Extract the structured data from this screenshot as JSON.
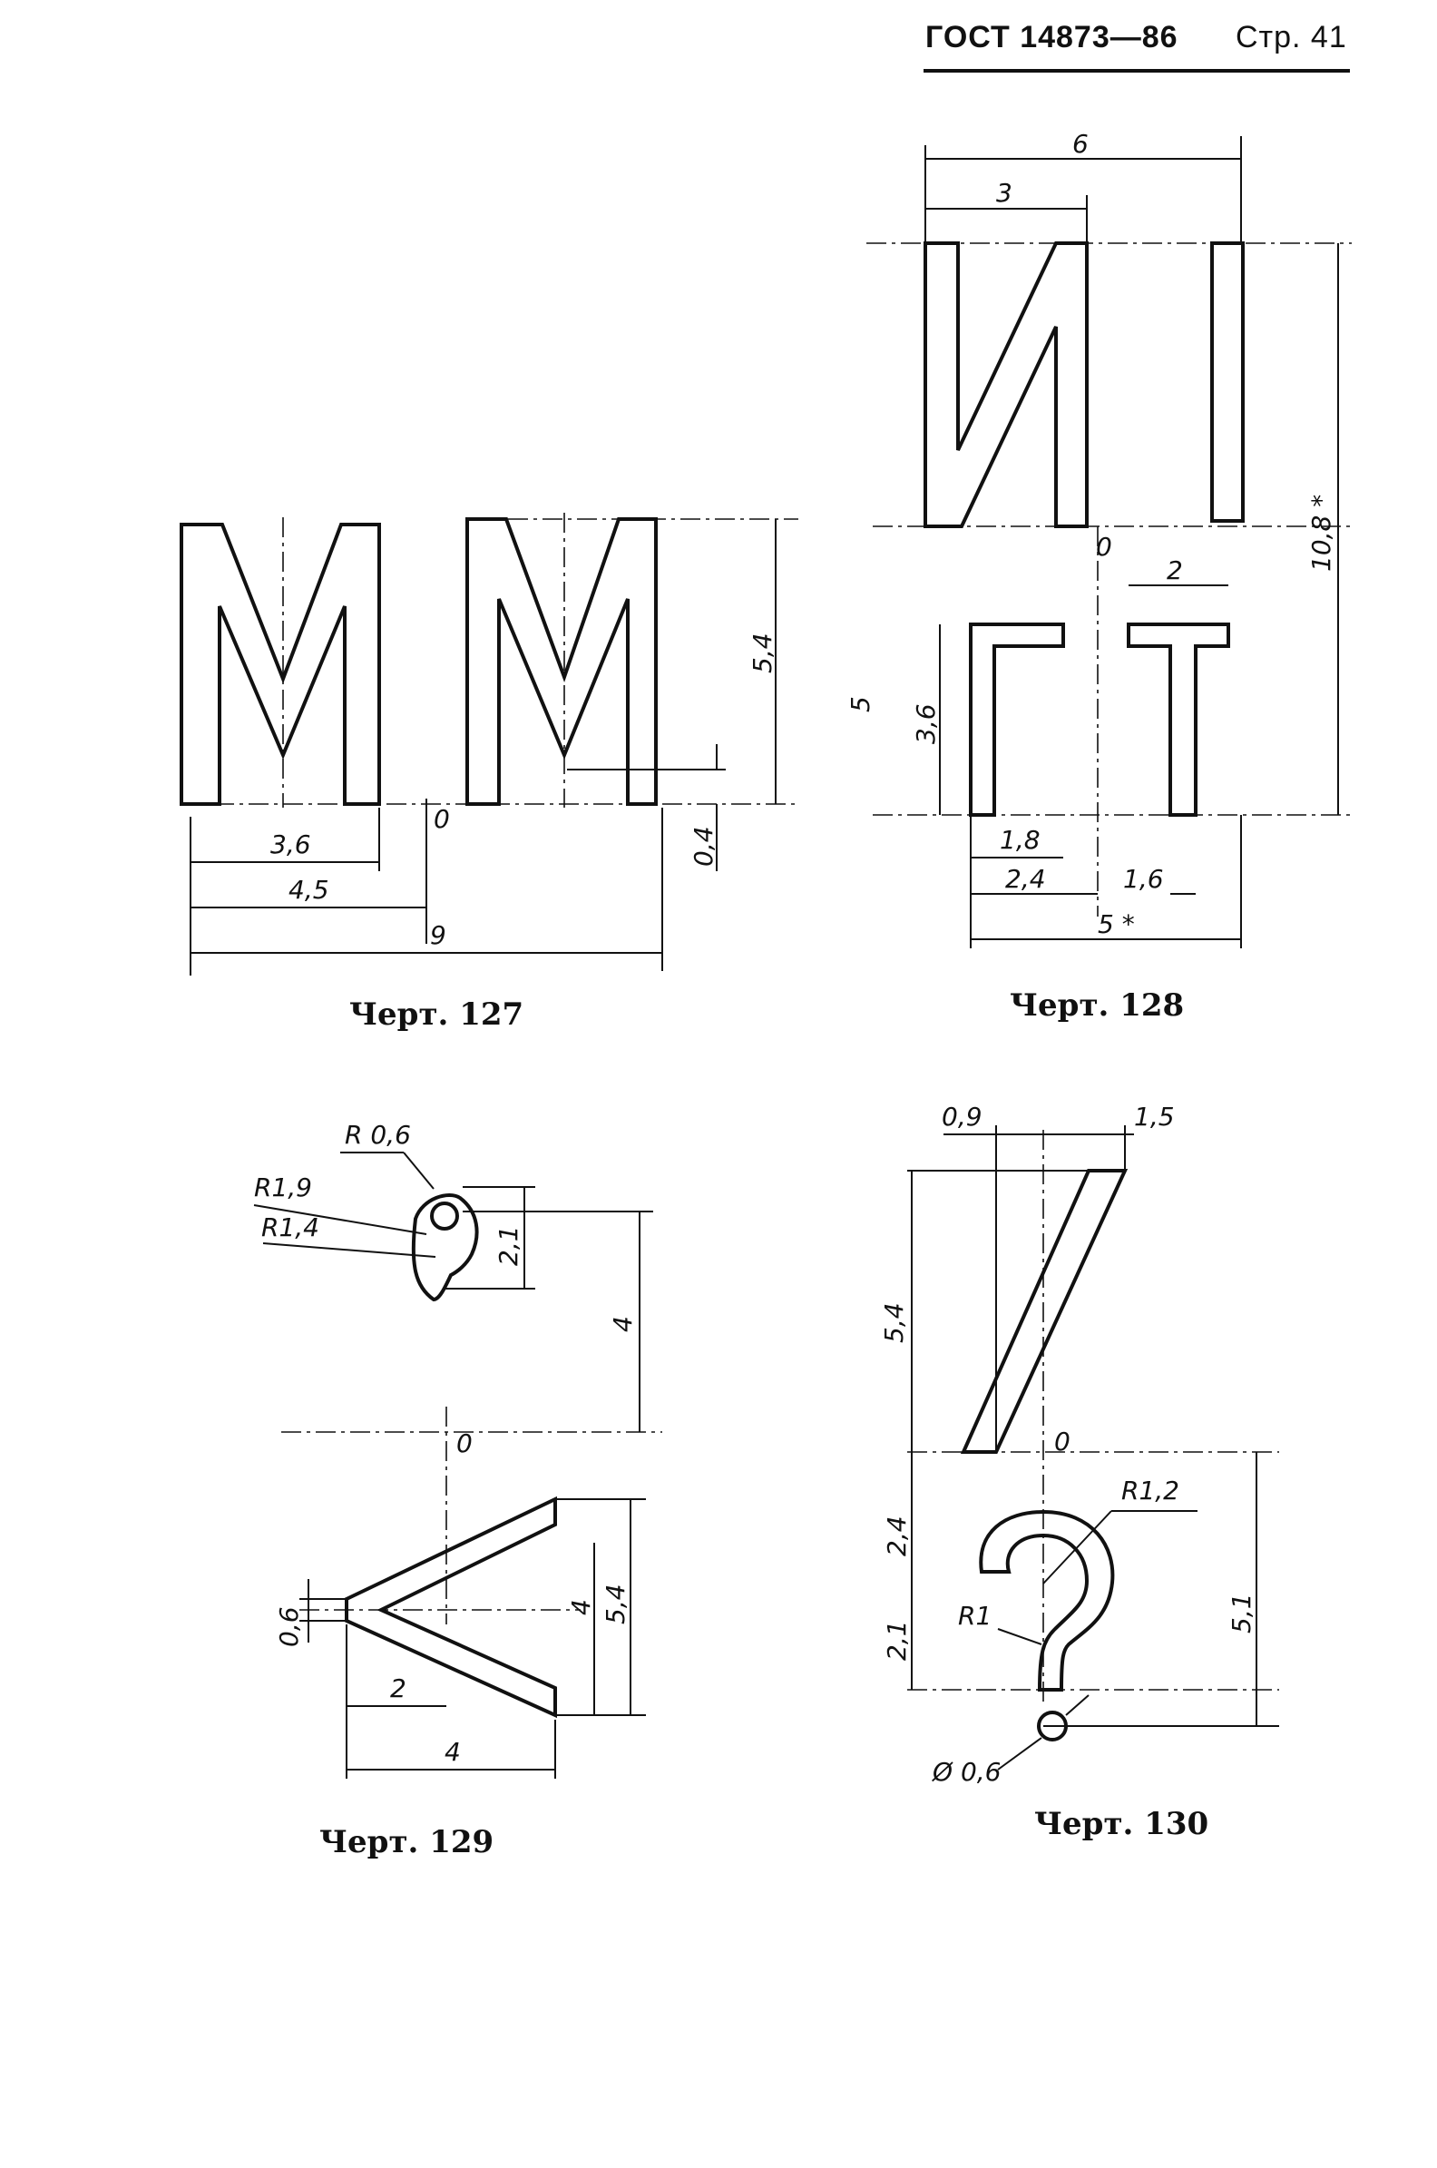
{
  "header": {
    "standard": "ГОСТ 14873—86",
    "page": "Стр. 41"
  },
  "figures": {
    "f127": {
      "caption": "Черт. 127",
      "dims": {
        "w_inner": "3,6",
        "w_half": "4,5",
        "w_total": "9",
        "h_letter": "5,4",
        "h_offset": "0,4",
        "origin": "0"
      }
    },
    "f128": {
      "caption": "Черт. 128",
      "dims": {
        "w_total_top": "6",
        "w_half_top": "3",
        "h_total": "10,8 *",
        "gap": "0",
        "w_t_bar": "2",
        "h_p": "3,6",
        "h_left": "5",
        "w_p_inner": "1,8",
        "w_p": "2,4",
        "w_t_stem": "1,6",
        "w_total_bottom": "5 *"
      }
    },
    "f129": {
      "caption": "Черт. 129",
      "dims": {
        "r1": "R 0,6",
        "r2": "R1,9",
        "r3": "R1,4",
        "h_comma": "2,1",
        "h_to_base": "4",
        "origin": "0",
        "h_angle": "5,4",
        "h_angle_half": "4",
        "t_stroke": "0,6",
        "w_half": "2",
        "w_full": "4"
      }
    },
    "f130": {
      "caption": "Черт. 130",
      "dims": {
        "w_left": "0,9",
        "w_right": "1,5",
        "h_slash": "5,4",
        "origin": "0",
        "r_hook": "R1,2",
        "r_inner": "R1",
        "h_upper": "2,4",
        "h_lower": "2,1",
        "h_total": "5,1",
        "dot": "Ø 0,6"
      }
    }
  }
}
